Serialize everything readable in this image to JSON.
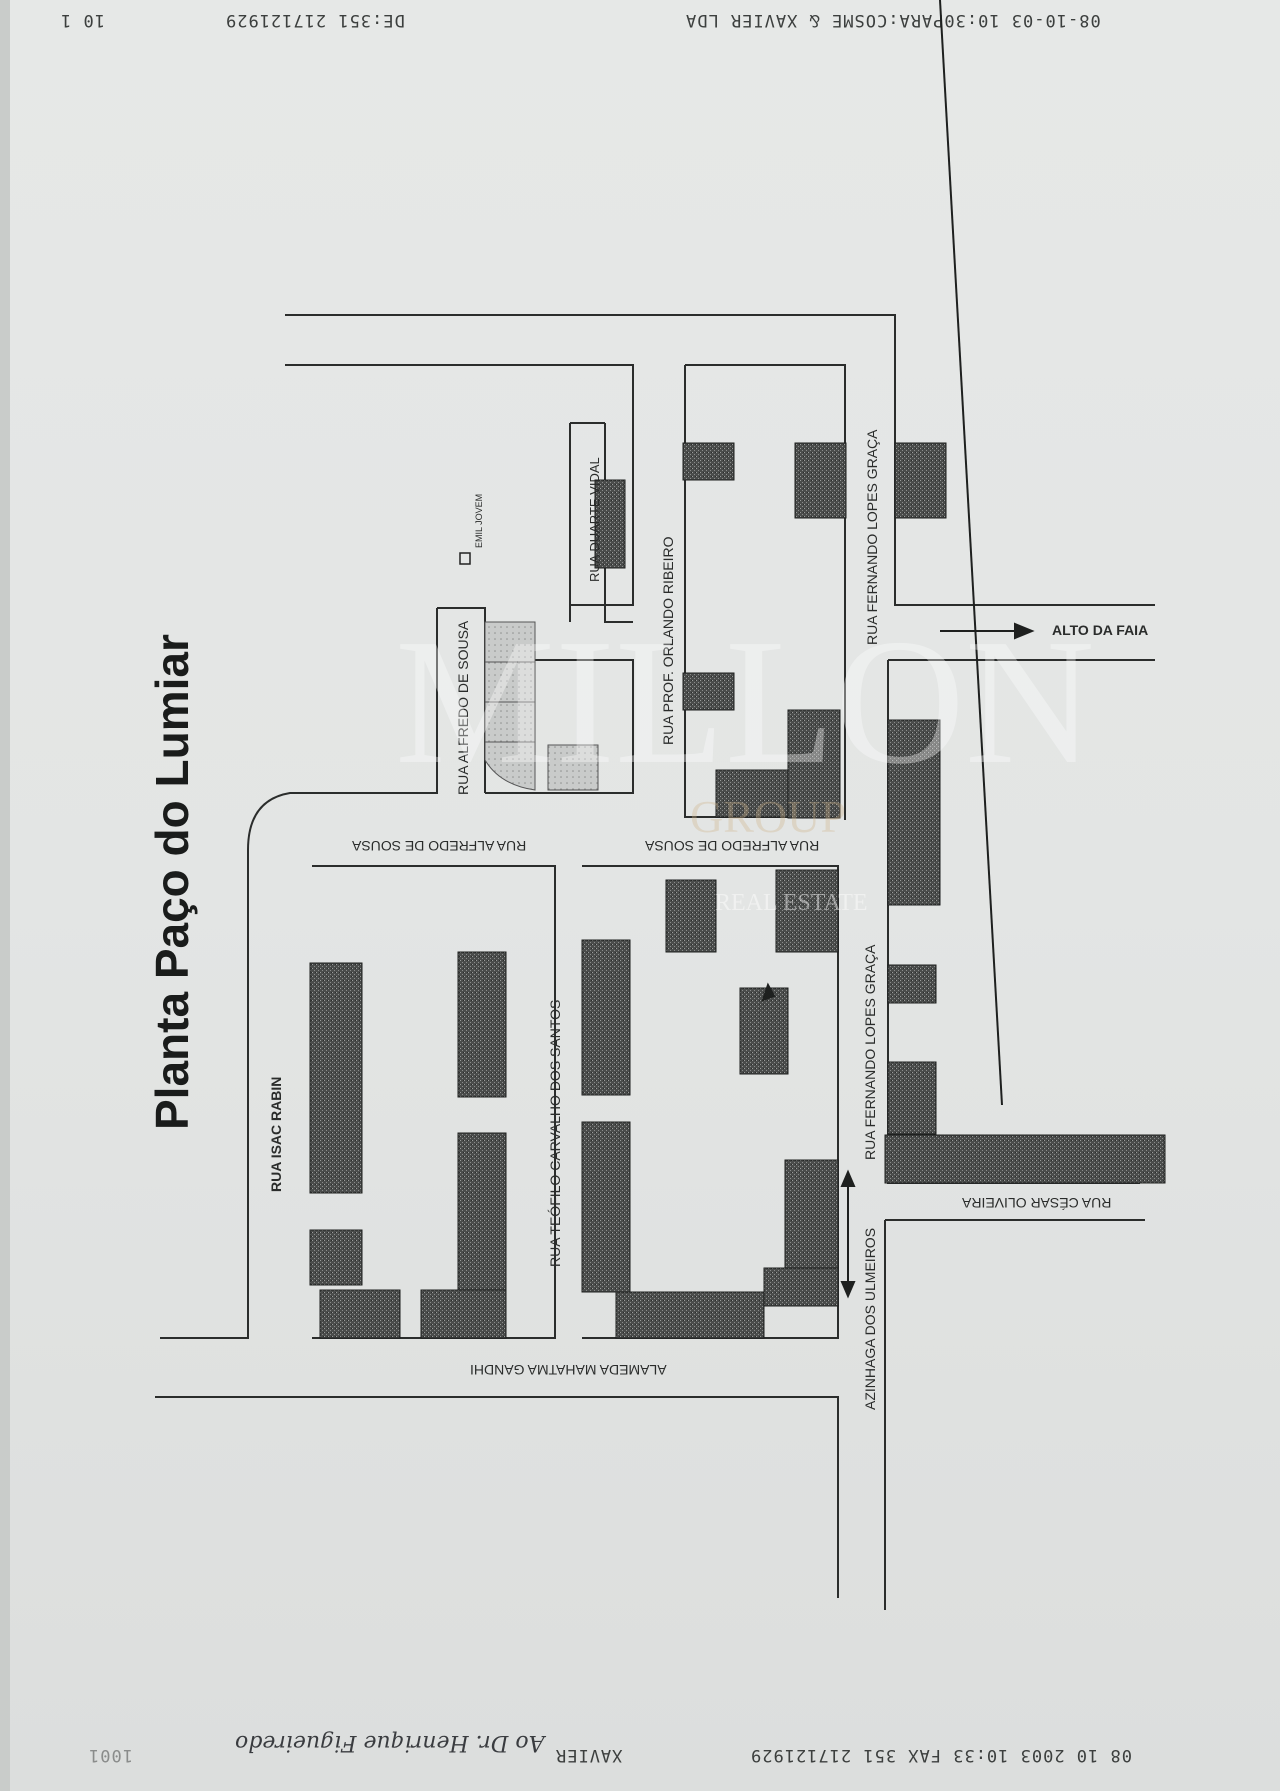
{
  "header": {
    "left_page": "10 1",
    "left_fax": "DE:351 217121929",
    "right_fax": "08-10-03 10:30PARA:COSME & XAVIER LDA"
  },
  "footer": {
    "fax_line": "08 10 2003 10:33 FAX 351 217121929",
    "sender": "XAVIER",
    "handwritten_note": "Ao Dr. Henrique Figueiredo",
    "page_mark": "1001"
  },
  "map": {
    "title": "Planta Paço do Lumiar",
    "streets": {
      "isac_rabin": "RUA ISAC RABIN",
      "teofilo": "RUA TEÓFILO CARVALHO DOS SANTOS",
      "fernando_lower": "RUA FERNANDO LOPES GRAÇA",
      "fernando_upper": "RUA FERNANDO LOPES GRAÇA",
      "alfredo_sousa_a": "RUA ALFREDO DE SOUSA",
      "alfredo_sousa_b": "RUA ALFREDO DE SOUSA",
      "alfredo_sousa_c": "RUA ALFREDO DE SOUSA",
      "orlando_ribeiro": "RUA PROF. ORLANDO RIBEIRO",
      "duarte_vidal": "RUA DUARTE VIDAL",
      "alto_da_faia": "ALTO DA FAIA",
      "cesar_oliveira": "RUA CÉSAR OLIVEIRA",
      "mahatma_gandhi": "ALAMEDA MAHATMA GANDHI",
      "azinhaga": "AZINHAGA DOS ULMEIROS",
      "small_label": "EMIL JOVEM"
    },
    "watermark": {
      "logo": "MILLON",
      "group": "GROUP",
      "real_estate": "REAL ESTATE"
    }
  }
}
